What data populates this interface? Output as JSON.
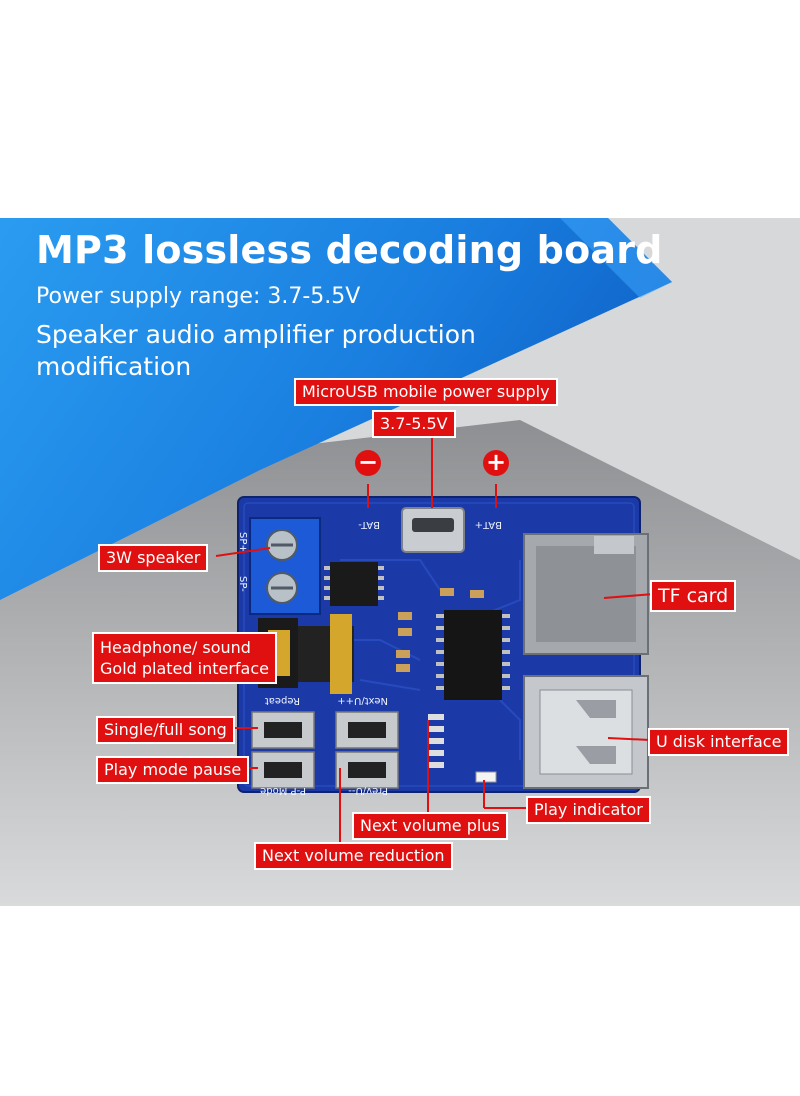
{
  "header": {
    "title": "MP3 lossless decoding board",
    "power_range": "Power supply range: 3.7-5.5V",
    "line1": "Speaker audio amplifier production",
    "line2": "modification"
  },
  "power": {
    "label": "MicroUSB mobile power supply",
    "voltage": "3.7-5.5V",
    "minus": "−",
    "plus": "+"
  },
  "labels": {
    "speaker": "3W speaker",
    "headphone_line1": "Headphone/ sound",
    "headphone_line2": "Gold plated interface",
    "single_full": "Single/full song",
    "play_mode": "Play mode pause",
    "tf_card": "TF card",
    "u_disk": "U disk interface",
    "play_indicator": "Play indicator",
    "next_plus": "Next volume plus",
    "next_reduction": "Next volume reduction"
  },
  "board_silk": {
    "bat_minus": "BAT-",
    "bat_plus": "BAT+",
    "sp_plus": "SP+",
    "sp_minus": "SP-",
    "repeat": "Repeat",
    "next_u": "Next/U++",
    "pp_mode": "P-P Mode",
    "prev_u": "Prev/U--"
  },
  "colors": {
    "banner_blue": "#1e88e5",
    "board_blue": "#1b3aa8",
    "tag_red": "#e01010"
  }
}
